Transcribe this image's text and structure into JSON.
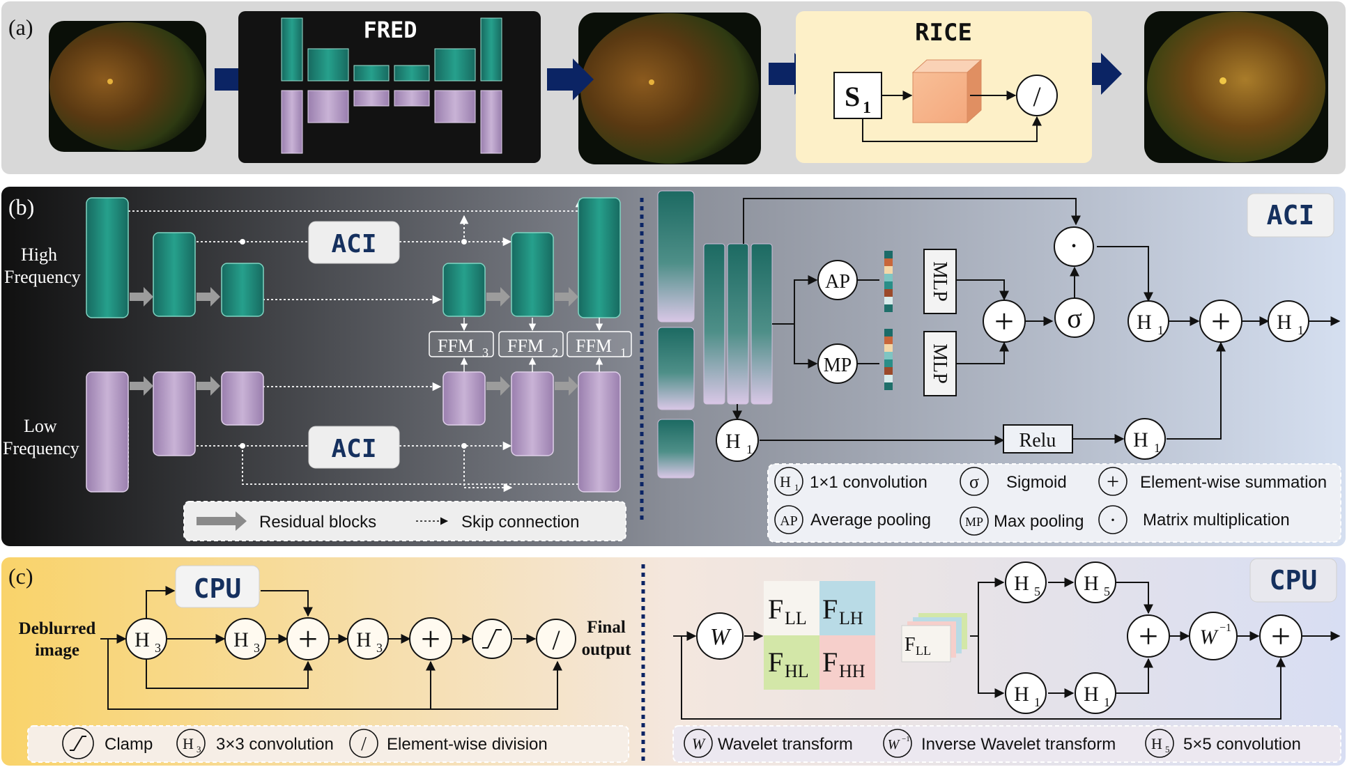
{
  "panels": {
    "a": {
      "label": "(a)"
    },
    "b": {
      "label": "(b)"
    },
    "c": {
      "label": "(c)"
    }
  },
  "a": {
    "fred_title": "FRED",
    "rice_title": "RICE",
    "s_letter": "S",
    "s_sub": "1",
    "div_symbol": "/"
  },
  "b": {
    "high_l1": "High",
    "high_l2": "Frequency",
    "low_l1": "Low",
    "low_l2": "Frequency",
    "aci_label": "ACI",
    "ffm": "FFM",
    "ffm_subs": [
      "3",
      "2",
      "1"
    ],
    "legend": {
      "residual": "Residual blocks",
      "skip": "Skip connection"
    }
  },
  "aci": {
    "title": "ACI",
    "ap": "AP",
    "mp": "MP",
    "mlp": "MLP",
    "sigma": "σ",
    "plus": "+",
    "dot": "·",
    "h": "H",
    "h1_sub": "1",
    "relu": "Relu",
    "legend": {
      "conv1": "1×1 convolution",
      "sigmoid": "Sigmoid",
      "sum": "Element-wise summation",
      "ap": "Average pooling",
      "mp": "Max pooling",
      "matmul": "Matrix multiplication"
    },
    "colors": {
      "teal": "#1f8f7e",
      "purple": "#b79dc6",
      "strip": [
        "#1b6b68",
        "#c8663a",
        "#f3d7a8",
        "#7fc5c2",
        "#2a8e88",
        "#9b4a2b",
        "#d9ecec",
        "#1f6f6a"
      ]
    }
  },
  "c": {
    "cpu_label": "CPU",
    "deblurred_l1": "Deblurred",
    "deblurred_l2": "image",
    "final_l1": "Final",
    "final_l2": "output",
    "h": "H",
    "h3_sub": "3",
    "h5_sub": "5",
    "h1_sub": "1",
    "legend": {
      "clamp": "Clamp",
      "conv3": "3×3 convolution",
      "div": "Element-wise division"
    }
  },
  "cpu": {
    "title": "CPU",
    "w": "W",
    "winv_sup": "−1",
    "f": "F",
    "ll": "LL",
    "lh": "LH",
    "hl": "HL",
    "hh": "HH",
    "legend": {
      "wt": "Wavelet transform",
      "iwt": "Inverse Wavelet transform",
      "conv5": "5×5 convolution"
    },
    "colors": {
      "ll": "#f7f4ef",
      "lh": "#b9dbe6",
      "hl": "#d3e7a8",
      "hh": "#f6cfcb"
    }
  }
}
